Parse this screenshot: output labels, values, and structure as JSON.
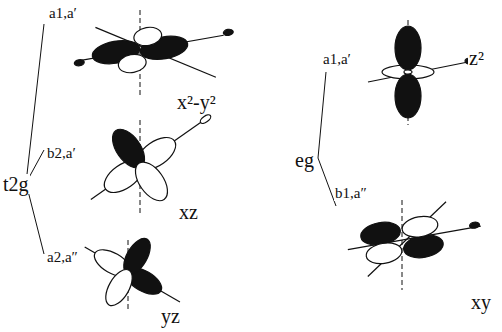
{
  "diagram": {
    "labels": [
      "t2g",
      "a1,a′",
      "x²-y²",
      "b2,a′",
      "xz",
      "a2,a″",
      "yz",
      "eg",
      "a1,a′",
      "z²",
      "b1,a″",
      "xy"
    ]
  }
}
